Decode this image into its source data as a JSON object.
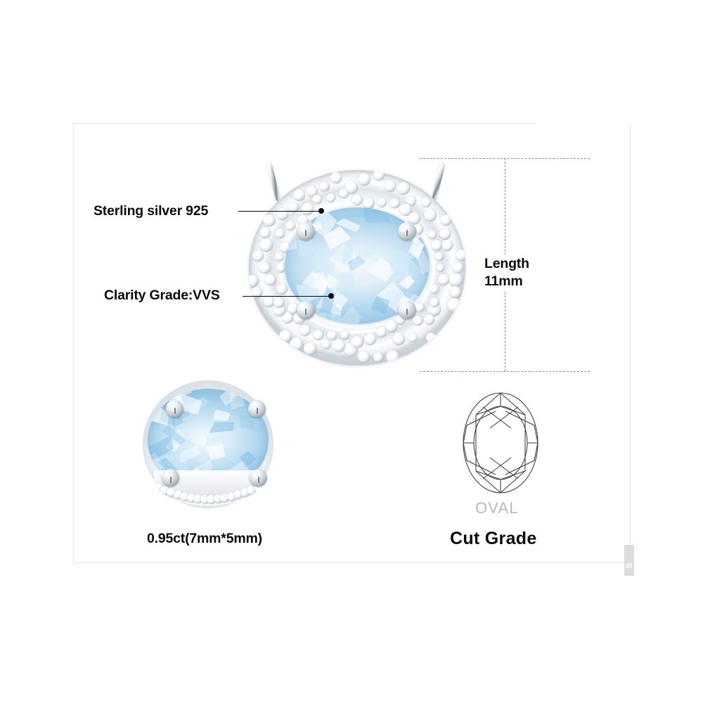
{
  "product": {
    "type": "gemstone-jewelry-spec-sheet",
    "gemstone": "blue topaz",
    "metal": "sterling silver"
  },
  "annotations": {
    "material_label": "Sterling silver 925",
    "clarity_label": "Clarity Grade:VVS",
    "length_label_line1": "Length",
    "length_label_line2": "11mm",
    "carat_label": "0.95ct(7mm*5mm)",
    "cut_shape_label": "OVAL",
    "cut_grade_label": "Cut Grade"
  },
  "colors": {
    "gem_light": "#e2eff8",
    "gem_mid": "#c4e0f2",
    "gem_deep": "#a9d2ec",
    "metal_silver": "#c3cad1",
    "text_dark": "#0a0a0a",
    "text_muted": "#b9b9b9",
    "frame_border": "#e2e2e2",
    "guide_dash": "#8d8d8d"
  },
  "measurements": {
    "length_mm": 11,
    "gem_width_mm": 7,
    "gem_height_mm": 5,
    "carat_weight": 0.95
  }
}
